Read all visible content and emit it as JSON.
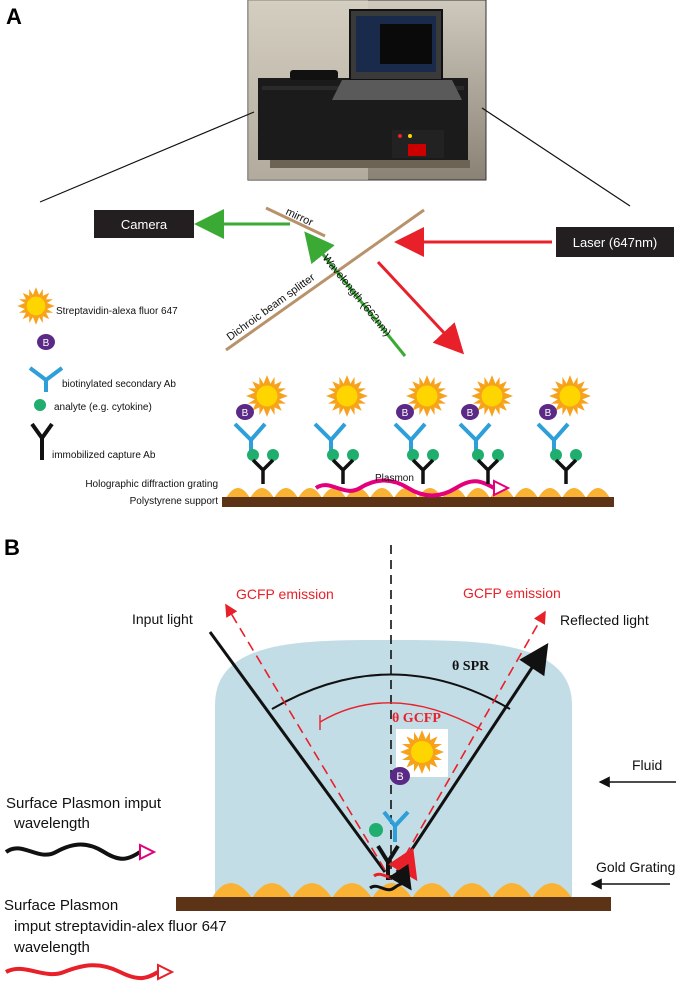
{
  "panels": {
    "a": {
      "letter": "A"
    },
    "b": {
      "letter": "B"
    }
  },
  "panel_a": {
    "camera_label": "Camera",
    "mirror_label": "mirror",
    "laser_label": "Laser (647nm)",
    "splitter_label": "Dichroic beam splitter",
    "wavelength_label": "Wavelength (662nm)",
    "legend": {
      "streptavidin": "Streptavidin-alexa fluor 647",
      "biotin_letter": "B",
      "secondary_ab": "biotinylated secondary Ab",
      "analyte": "analyte (e.g. cytokine)",
      "capture_ab": "immobilized capture Ab"
    },
    "grating_label": "Holographic diffraction grating",
    "support_label": "Polystyrene support",
    "plasmon_label": "Plasmon"
  },
  "panel_b": {
    "input_light": "Input light",
    "reflected_light": "Reflected light",
    "gcfp_left": "GCFP emission",
    "gcfp_right": "GCFP emission",
    "theta_spr": "θ SPR",
    "theta_gcfp": "θ GCFP",
    "fluid": "Fluid",
    "gold_grating": "Gold Grating",
    "sp_input_line1": "Surface Plasmon imput",
    "sp_input_line2": "wavelength",
    "sp_strep_line1": "Surface Plasmon",
    "sp_strep_line2": "imput streptavidin-alex fluor 647",
    "sp_strep_line3": "wavelength",
    "biotin_letter": "B"
  },
  "colors": {
    "camera_bg": "#231f20",
    "laser_red": "#e8202a",
    "emission_green": "#3aaa35",
    "mirror_tan": "#b8926a",
    "sun_orange": "#f7a21b",
    "sun_yellow": "#ffd500",
    "biotin_purple": "#5b2a86",
    "antibody_blue": "#2e9fd8",
    "analyte_green": "#1fae6e",
    "grating_orange": "#f9b233",
    "support_brown": "#5c3317",
    "plasmon_magenta": "#e3007a",
    "fluid_blue": "#c3dde6",
    "gcfp_red": "#e8202a"
  }
}
